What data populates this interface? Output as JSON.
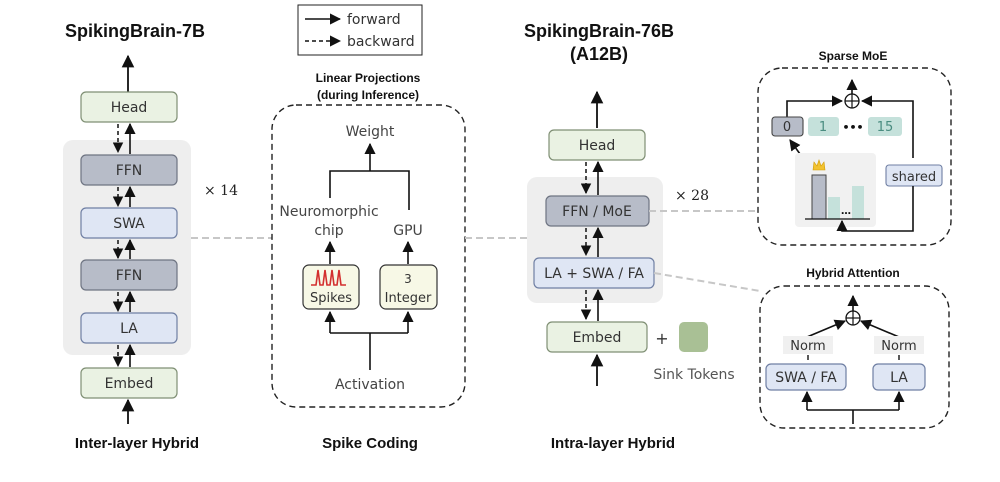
{
  "legend": {
    "forward": "forward",
    "backward": "backward"
  },
  "left": {
    "title": "SpikingBrain-7B",
    "caption": "Inter-layer Hybrid",
    "blocks": {
      "head": "Head",
      "ffn_top": "FFN",
      "swa": "SWA",
      "ffn_bottom": "FFN",
      "la": "LA",
      "embed": "Embed"
    },
    "repeat": "× 14"
  },
  "middle": {
    "header_line1": "Linear Projections",
    "header_line2": "(during Inference)",
    "weight": "Weight",
    "neuro_line1": "Neuromorphic",
    "neuro_line2": "chip",
    "gpu": "GPU",
    "spikes": "Spikes",
    "integer_num": "3",
    "integer": "Integer",
    "activation": "Activation",
    "caption": "Spike Coding"
  },
  "right": {
    "title_line1": "SpikingBrain-76B",
    "title_line2": "(A12B)",
    "caption": "Intra-layer Hybrid",
    "blocks": {
      "head": "Head",
      "ffn_moe": "FFN / MoE",
      "attn": "LA + SWA / FA",
      "embed": "Embed"
    },
    "repeat": "× 28",
    "plus": "+",
    "sink_tokens": "Sink Tokens"
  },
  "moe": {
    "title": "Sparse MoE",
    "experts": [
      "0",
      "1",
      "15"
    ],
    "ellipsis": "•••",
    "shared": "shared",
    "oplus": "⊕"
  },
  "hybrid_attention": {
    "title": "Hybrid Attention",
    "oplus": "⊕",
    "norm_left": "Norm",
    "norm_right": "Norm",
    "swa_fa": "SWA / FA",
    "la": "LA"
  },
  "colors": {
    "green_fill": "#eaf2e3",
    "green_stroke": "#7f8f74",
    "slate_fill": "#b7bcc8",
    "slate_stroke": "#6e7482",
    "blue_fill": "#dfe6f4",
    "blue_stroke": "#6f7fa3",
    "group_bg": "#eeeeee",
    "teal": "#c5e1db",
    "sink_green": "#a9c095",
    "spike_red": "#d32f2f"
  }
}
